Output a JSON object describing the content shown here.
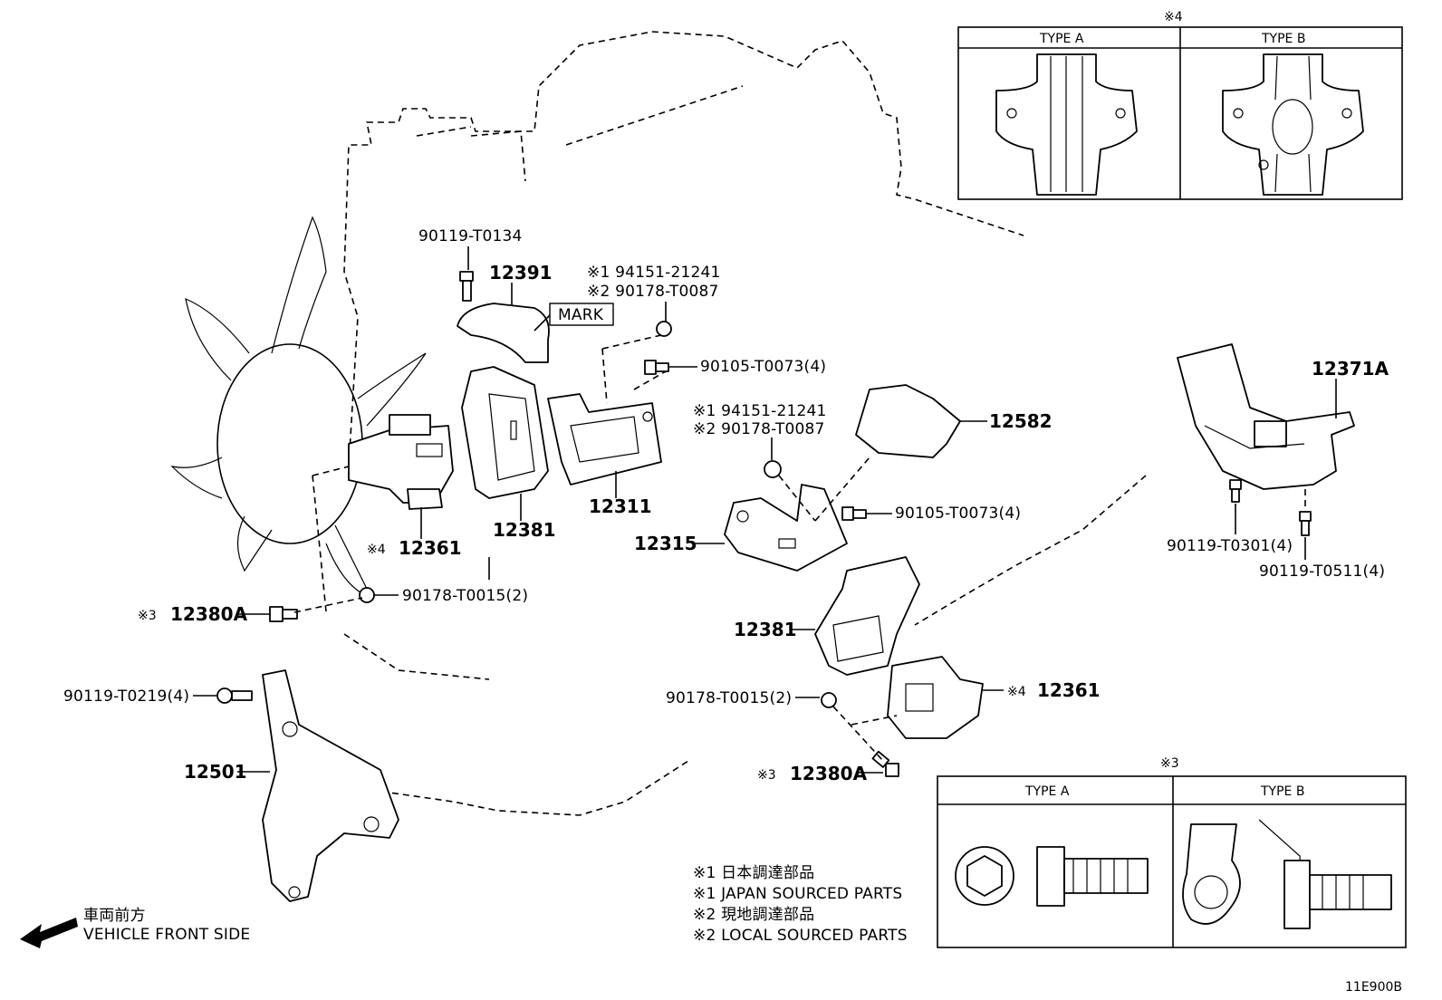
{
  "labels": {
    "bolt_top": "90119-T0134",
    "p12391": "12391",
    "mark": "MARK",
    "note1_top": "※1 94151-21241",
    "note2_top": "※2 90178-T0087",
    "bolt_90105_top": "90105-T0073(4)",
    "p12311": "12311",
    "p12381_left": "12381",
    "p12361_left": "12361",
    "p12361_left_mark": "※4",
    "nut_left": "90178-T0015(2)",
    "p12380A_left": "12380A",
    "p12380A_left_mark": "※3",
    "bolt_12501": "90119-T0219(4)",
    "p12501": "12501",
    "note1_mid": "※1 94151-21241",
    "note2_mid": "※2 90178-T0087",
    "p12582": "12582",
    "bolt_90105_mid": "90105-T0073(4)",
    "p12315": "12315",
    "p12381_right": "12381",
    "nut_right": "90178-T0015(2)",
    "p12361_right": "12361",
    "p12361_right_mark": "※4",
    "p12380A_right": "12380A",
    "p12380A_right_mark": "※3",
    "p12371A": "12371A",
    "bolt_0301": "90119-T0301(4)",
    "bolt_0511": "90119-T0511(4)"
  },
  "type_box_4": {
    "title": "※4",
    "type_a": "TYPE A",
    "type_b": "TYPE B"
  },
  "type_box_3": {
    "title": "※3",
    "type_a": "TYPE A",
    "type_b": "TYPE B"
  },
  "legend": {
    "line1": "※1 日本調達部品",
    "line2": "※1 JAPAN SOURCED PARTS",
    "line3": "※2 現地調達部品",
    "line4": "※2 LOCAL SOURCED PARTS"
  },
  "front": {
    "jp": "車両前方",
    "en": "VEHICLE FRONT SIDE",
    "icon": "arrow-left-icon"
  },
  "diagram_code": "11E900B"
}
